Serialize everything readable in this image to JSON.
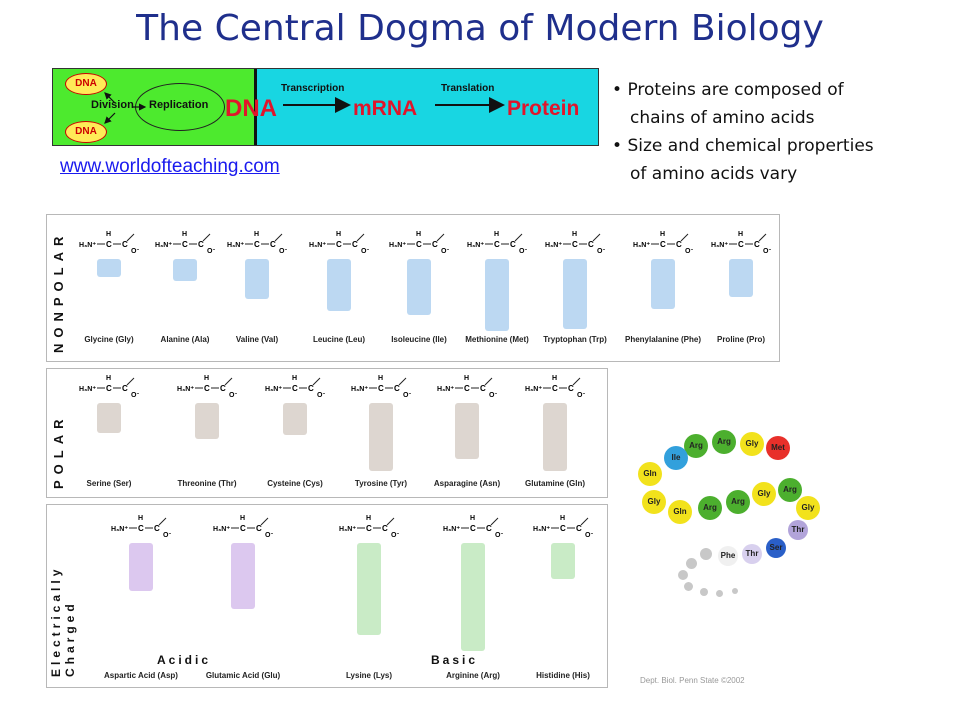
{
  "title": "The Central Dogma of Modern Biology",
  "dogma": {
    "dna_top": "DNA",
    "dna_bottom": "DNA",
    "division": "Division",
    "replication": "Replication",
    "dna": "DNA",
    "transcription": "Transcription",
    "mrna": "mRNA",
    "translation": "Translation",
    "protein": "Protein"
  },
  "link": "www.worldofteaching.com",
  "bullets": [
    [
      "Proteins are composed of",
      "chains of amino acids"
    ],
    [
      "Size and chemical properties",
      "of amino acids vary"
    ]
  ],
  "panels": {
    "nonpolar": {
      "label": "NONPOLAR",
      "acids": [
        "Glycine (Gly)",
        "Alanine (Ala)",
        "Valine (Val)",
        "Leucine (Leu)",
        "Isoleucine (Ile)",
        "Methionine (Met)",
        "Tryptophan (Trp)",
        "Phenylalanine (Phe)",
        "Proline (Pro)"
      ],
      "chain_color": "#bcd8f2"
    },
    "polar": {
      "label": "POLAR",
      "acids": [
        "Serine (Ser)",
        "Threonine (Thr)",
        "Cysteine (Cys)",
        "Tyrosine (Tyr)",
        "Asparagine (Asn)",
        "Glutamine (Gln)"
      ],
      "chain_color": "#ddd6d0"
    },
    "charged": {
      "label": "Electrically Charged",
      "group_acidic": "Acidic",
      "group_basic": "Basic",
      "acids": [
        "Aspartic Acid (Asp)",
        "Glutamic Acid (Glu)",
        "Lysine (Lys)",
        "Arginine (Arg)",
        "Histidine (His)"
      ],
      "acidic_color": "#dcc8ef",
      "basic_color": "#c9ebc6"
    }
  },
  "beads": [
    {
      "label": "Arg",
      "color": "#4caf2e"
    },
    {
      "label": "Arg",
      "color": "#4caf2e"
    },
    {
      "label": "Gly",
      "color": "#f2e21c"
    },
    {
      "label": "Met",
      "color": "#e8302a"
    },
    {
      "label": "Ile",
      "color": "#32a0dc"
    },
    {
      "label": "Gln",
      "color": "#f2e21c"
    },
    {
      "label": "Gly",
      "color": "#f2e21c"
    },
    {
      "label": "Gln",
      "color": "#f2e21c"
    },
    {
      "label": "Arg",
      "color": "#4caf2e"
    },
    {
      "label": "Arg",
      "color": "#4caf2e"
    },
    {
      "label": "Gly",
      "color": "#f2e21c"
    },
    {
      "label": "Arg",
      "color": "#4caf2e"
    },
    {
      "label": "Gly",
      "color": "#f2e21c"
    },
    {
      "label": "Thr",
      "color": "#b2a4da"
    },
    {
      "label": "Ser",
      "color": "#2a5fc8"
    },
    {
      "label": "Thr",
      "color": "#d8d0ee"
    },
    {
      "label": "Phe",
      "color": "#f0f0f0"
    }
  ],
  "credit": "Dept. Biol. Penn State ©2002"
}
